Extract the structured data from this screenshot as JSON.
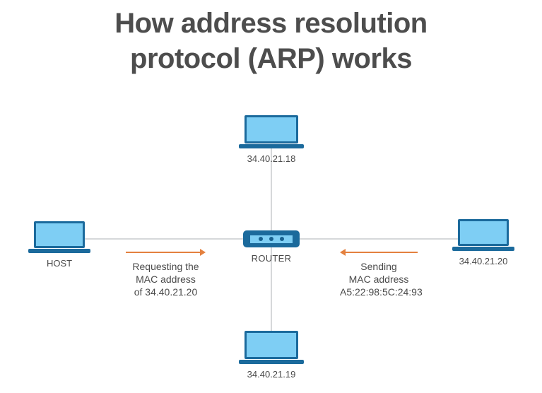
{
  "title": {
    "line1": "How address resolution",
    "line2": "protocol (ARP) works"
  },
  "colors": {
    "device_fill": "#7ecef4",
    "device_stroke": "#1b6a9c",
    "wire": "#d6d8da",
    "arrow": "#e4813f",
    "text": "#4a4a4a",
    "title": "#4d4d4d"
  },
  "router": {
    "label": "ROUTER",
    "indicator_count": 3
  },
  "devices": {
    "top": {
      "label": "34.40.21.18"
    },
    "bottom": {
      "label": "34.40.21.19"
    },
    "left": {
      "label": "HOST"
    },
    "right": {
      "label": "34.40.21.20"
    }
  },
  "flows": {
    "request": {
      "direction": "right",
      "line1": "Requesting the",
      "line2": "MAC address",
      "line3": "of 34.40.21.20"
    },
    "response": {
      "direction": "left",
      "line1": "Sending",
      "line2": "MAC address",
      "line3": "A5:22:98:5C:24:93"
    }
  }
}
